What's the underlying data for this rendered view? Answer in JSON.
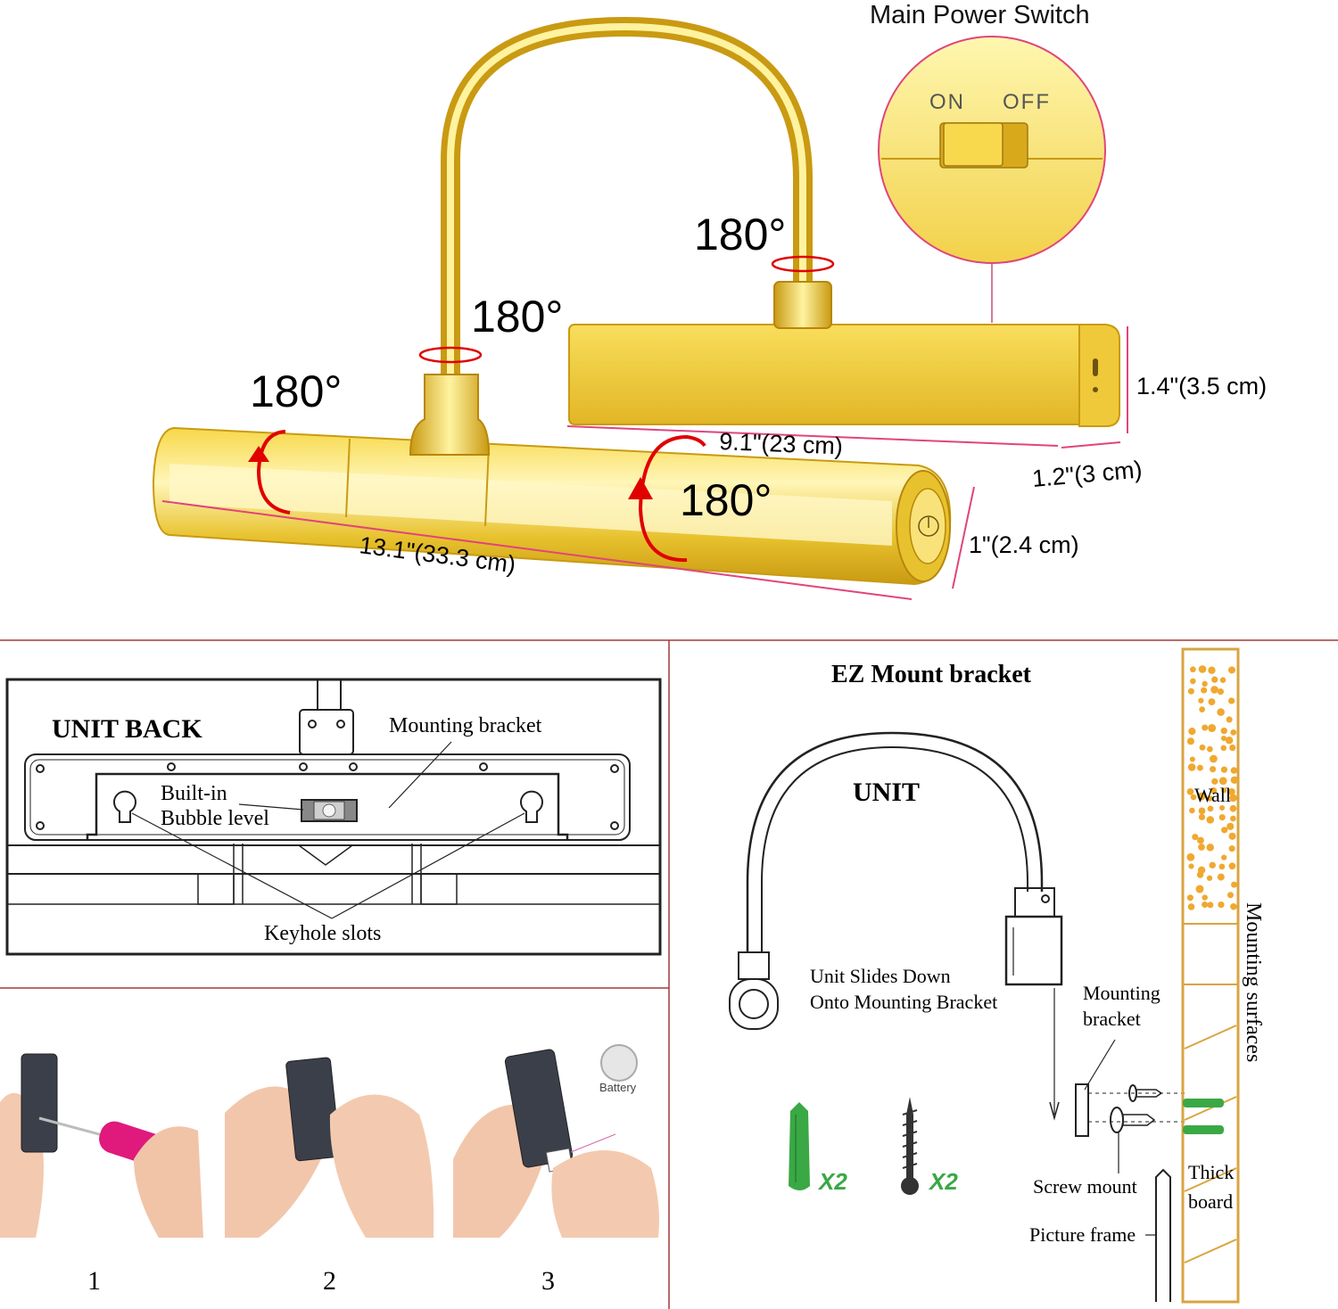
{
  "colors": {
    "gold_light": "#fff3a0",
    "gold": "#e8c22e",
    "gold_dark": "#b8860b",
    "rotate_arrow": "#e00000",
    "dimension_line": "#e0457a",
    "section_divider": "#a33a3a",
    "anchor_green": "#3aa845",
    "wall_dots": "#f0a830"
  },
  "top": {
    "switch_title": "Main Power Switch",
    "switch_on": "ON",
    "switch_off": "OFF",
    "rotation_labels": [
      "180°",
      "180°",
      "180°",
      "180°"
    ],
    "dim_bar_length": "13.1\"(33.3 cm)",
    "dim_bar_diameter": "1\"(2.4 cm)",
    "dim_base_length": "9.1\"(23 cm)",
    "dim_base_height": "1.4\"(3.5 cm)",
    "dim_base_depth": "1.2\"(3 cm)"
  },
  "unit_back": {
    "title": "UNIT BACK",
    "mounting_bracket": "Mounting bracket",
    "bubble_line1": "Built-in",
    "bubble_line2": "Bubble level",
    "keyhole": "Keyhole slots"
  },
  "battery": {
    "label": "Battery",
    "steps": [
      "1",
      "2",
      "3"
    ]
  },
  "mount": {
    "title": "EZ Mount bracket",
    "unit": "UNIT",
    "slides_line1": "Unit Slides Down",
    "slides_line2": "Onto Mounting Bracket",
    "bracket_line1": "Mounting",
    "bracket_line2": "bracket",
    "wall": "Wall",
    "surfaces": "Mounting surfaces",
    "thick_line1": "Thick",
    "thick_line2": "board",
    "screw_mount": "Screw mount",
    "picture_frame": "Picture frame",
    "anchor_qty": "X2",
    "screw_qty": "X2"
  }
}
